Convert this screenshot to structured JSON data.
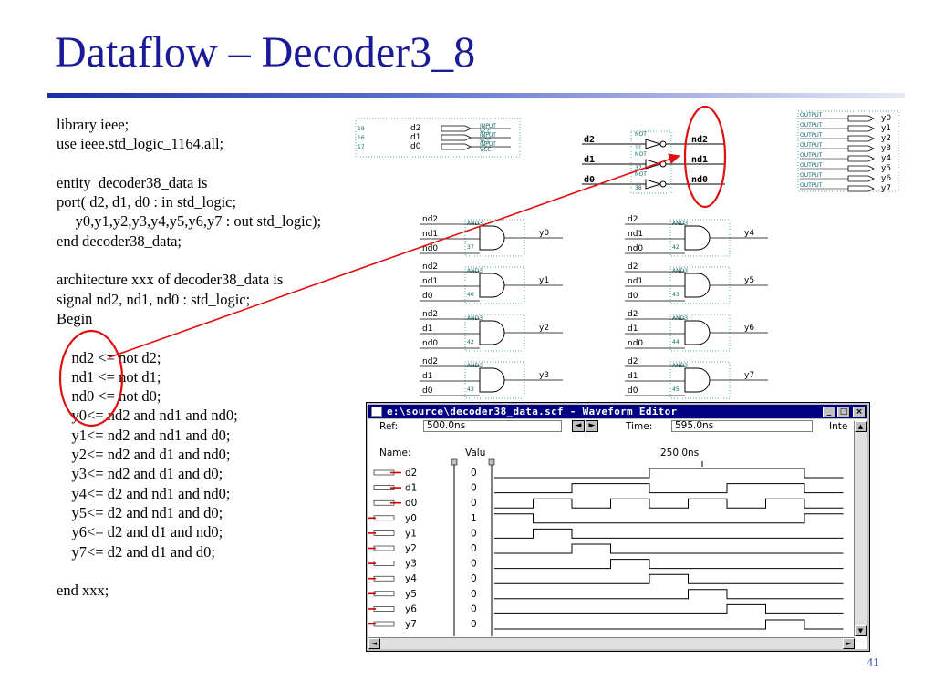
{
  "slide": {
    "title": "Dataflow – Decoder3_8",
    "page_number": "41"
  },
  "code_lines": [
    "library ieee;",
    "use ieee.std_logic_1164.all;",
    "",
    "entity  decoder38_data is",
    "port( d2, d1, d0 : in std_logic;",
    "     y0,y1,y2,y3,y4,y5,y6,y7 : out std_logic);",
    "end decoder38_data;",
    "",
    "architecture xxx of decoder38_data is",
    "signal nd2, nd1, nd0 : std_logic;",
    "Begin",
    "",
    "    nd2 <= not d2;",
    "    nd1 <= not d1;",
    "    nd0 <= not d0;",
    "    y0<= nd2 and nd1 and nd0;",
    "    y1<= nd2 and nd1 and d0;",
    "    y2<= nd2 and d1 and nd0;",
    "    y3<= nd2 and d1 and d0;",
    "    y4<= d2 and nd1 and nd0;",
    "    y5<= d2 and nd1 and d0;",
    "    y6<= d2 and d1 and nd0;",
    "    y7<= d2 and d1 and d0;",
    "",
    "end xxx;"
  ],
  "schematic": {
    "inputs": [
      {
        "pin": "19",
        "name": "d2",
        "label": "INPUT",
        "vcc": "VCC"
      },
      {
        "pin": "16",
        "name": "d1",
        "label": "INPUT",
        "vcc": "VCC"
      },
      {
        "pin": "17",
        "name": "d0",
        "label": "INPUT",
        "vcc": "VCC"
      }
    ],
    "inverters": [
      {
        "in": "d2",
        "out": "nd2",
        "label": "NOT",
        "num": "11"
      },
      {
        "in": "d1",
        "out": "nd1",
        "label": "NOT",
        "num": "37"
      },
      {
        "in": "d0",
        "out": "nd0",
        "label": "NOT",
        "num": "38"
      }
    ],
    "outputs": [
      {
        "label": "OUTPUT",
        "name": "y0"
      },
      {
        "label": "OUTPUT",
        "name": "y1"
      },
      {
        "label": "OUTPUT",
        "name": "y2"
      },
      {
        "label": "OUTPUT",
        "name": "y3"
      },
      {
        "label": "OUTPUT",
        "name": "y4"
      },
      {
        "label": "OUTPUT",
        "name": "y5"
      },
      {
        "label": "OUTPUT",
        "name": "y6"
      },
      {
        "label": "OUTPUT",
        "name": "y7"
      }
    ],
    "and_gate_label": "AND3",
    "and_gates": [
      {
        "inputs": [
          "nd2",
          "nd1",
          "nd0"
        ],
        "out": "y0",
        "num": "37"
      },
      {
        "inputs": [
          "nd2",
          "nd1",
          "d0"
        ],
        "out": "y1",
        "num": "40"
      },
      {
        "inputs": [
          "nd2",
          "d1",
          "nd0"
        ],
        "out": "y2",
        "num": "42"
      },
      {
        "inputs": [
          "nd2",
          "d1",
          "d0"
        ],
        "out": "y3",
        "num": "43"
      },
      {
        "inputs": [
          "d2",
          "nd1",
          "nd0"
        ],
        "out": "y4",
        "num": "42"
      },
      {
        "inputs": [
          "d2",
          "nd1",
          "d0"
        ],
        "out": "y5",
        "num": "43"
      },
      {
        "inputs": [
          "d2",
          "d1",
          "nd0"
        ],
        "out": "y6",
        "num": "44"
      },
      {
        "inputs": [
          "d2",
          "d1",
          "d0"
        ],
        "out": "y7",
        "num": "45"
      }
    ]
  },
  "waveform_editor": {
    "title": "e:\\source\\decoder38_data.scf - Waveform Editor",
    "ref_label": "Ref:",
    "ref_value": "500.0ns",
    "time_label": "Time:",
    "time_value": "595.0ns",
    "interval_label": "Inte",
    "name_header": "Name:",
    "value_header": "Valu",
    "time_marker": "250.0ns",
    "signals": [
      {
        "name": "d2",
        "value": "0",
        "kind": "input"
      },
      {
        "name": "d1",
        "value": "0",
        "kind": "input"
      },
      {
        "name": "d0",
        "value": "0",
        "kind": "input"
      },
      {
        "name": "y0",
        "value": "1",
        "kind": "output"
      },
      {
        "name": "y1",
        "value": "0",
        "kind": "output"
      },
      {
        "name": "y2",
        "value": "0",
        "kind": "output"
      },
      {
        "name": "y3",
        "value": "0",
        "kind": "output"
      },
      {
        "name": "y4",
        "value": "0",
        "kind": "output"
      },
      {
        "name": "y5",
        "value": "0",
        "kind": "output"
      },
      {
        "name": "y6",
        "value": "0",
        "kind": "output"
      },
      {
        "name": "y7",
        "value": "0",
        "kind": "output"
      }
    ]
  },
  "colors": {
    "title": "#1a1a99",
    "annotation": "#e01010",
    "window_title_bar": "#000080"
  }
}
